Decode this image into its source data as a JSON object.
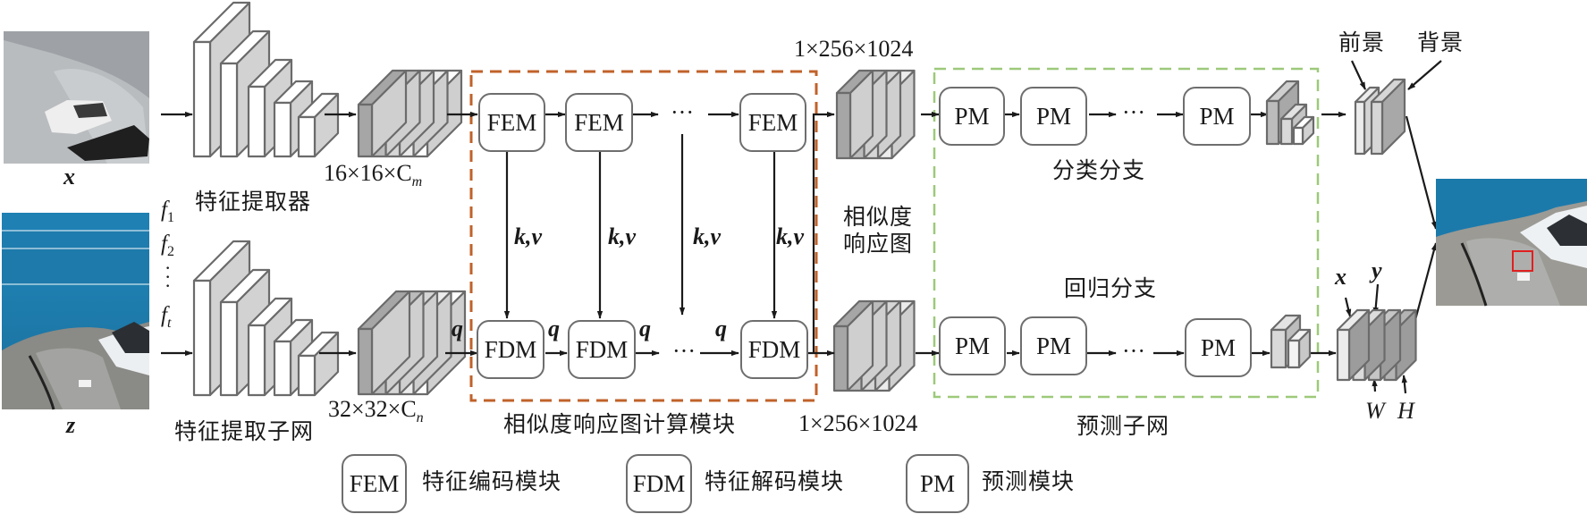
{
  "figure": {
    "inputs": {
      "template_label": "x",
      "search_label": "z",
      "frame_labels": [
        "f1",
        "f2",
        "⋮",
        "ft"
      ]
    },
    "extractor": {
      "top_label": "特征提取器",
      "bottom_label": "特征提取子网",
      "top_dims": "16×16×C",
      "top_dims_sub": "m",
      "bottom_dims": "32×32×C",
      "bottom_dims_sub": "n"
    },
    "similarity_module": {
      "label": "相似度响应图计算模块",
      "encoders": [
        "FEM",
        "FEM",
        "FEM"
      ],
      "decoders": [
        "FDM",
        "FDM",
        "FDM"
      ],
      "ellipsis": "···",
      "kv_label": "k,v",
      "q_label": "q",
      "border_color": "#c0622a"
    },
    "response_map": {
      "label_line1": "相似度",
      "label_line2": "响应图",
      "top_dims": "1×256×1024",
      "bottom_dims": "1×256×1024"
    },
    "prediction_subnet": {
      "label": "预测子网",
      "cls_branch_label": "分类分支",
      "reg_branch_label": "回归分支",
      "modules": [
        "PM",
        "PM",
        "PM"
      ],
      "ellipsis": "···",
      "border_color": "#9dc97a"
    },
    "outputs": {
      "foreground": "前景",
      "background": "背景",
      "reg_x": "x",
      "reg_y": "y",
      "reg_w": "W",
      "reg_h": "H",
      "bbox_color": "#e02020"
    },
    "legend": [
      {
        "abbr": "FEM",
        "text": "特征编码模块"
      },
      {
        "abbr": "FDM",
        "text": "特征解码模块"
      },
      {
        "abbr": "PM",
        "text": "预测模块"
      }
    ]
  }
}
